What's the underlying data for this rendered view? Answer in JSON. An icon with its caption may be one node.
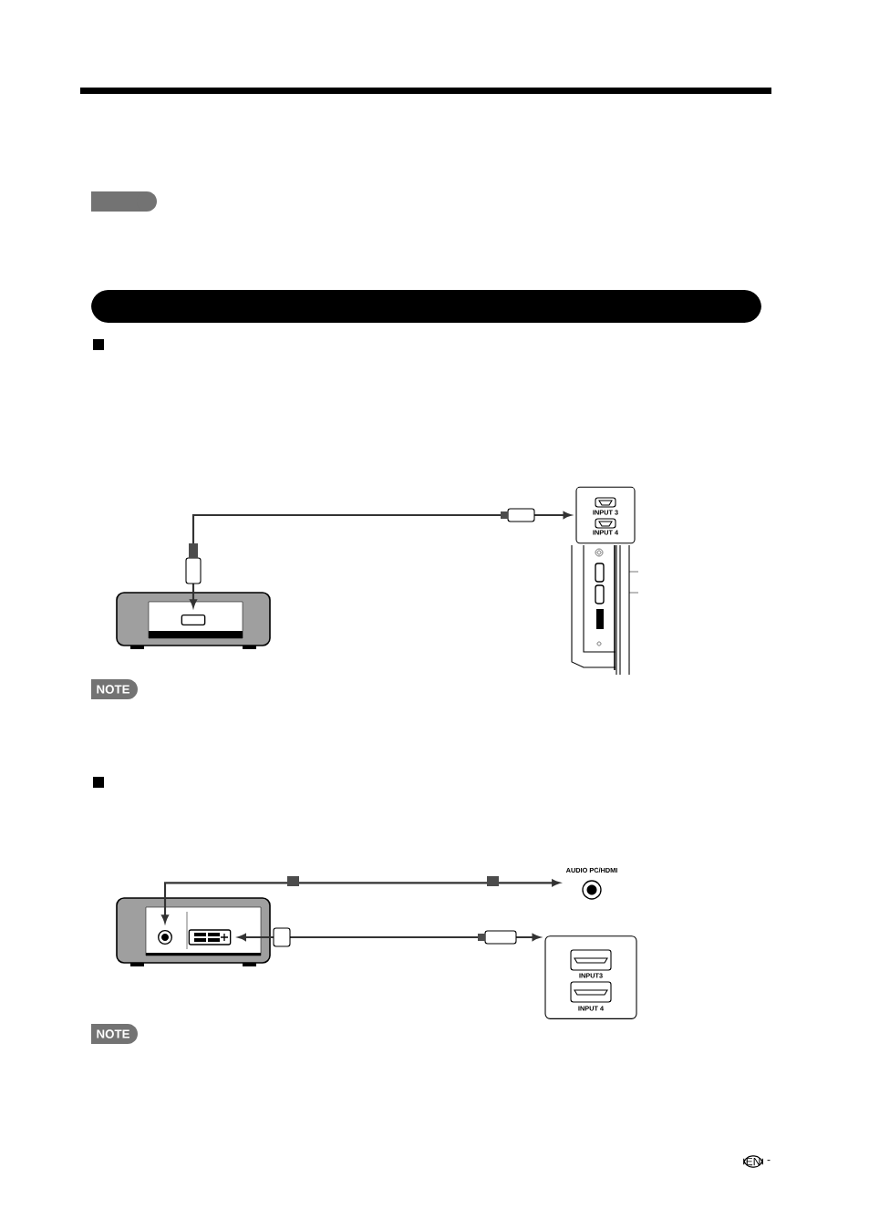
{
  "diagram": {
    "nodes": [
      {
        "text": [
          "INPUT 3",
          "INPUT 4"
        ]
      },
      {
        "text": [],
        "shape": "box"
      },
      {
        "text": [],
        "shape": "circle"
      },
      {
        "text": [],
        "shape": "box"
      },
      {
        "text": [
          "AUDIO PC/HDMI"
        ]
      },
      {
        "text": [
          "INPUT3",
          "INPUT 4"
        ]
      }
    ],
    "edges": [
      {
        "from": 1,
        "to": 0,
        "arrow": "both"
      },
      {
        "from": 2,
        "to": 4,
        "arrow": "both"
      },
      {
        "from": 3,
        "to": 5,
        "arrow": "both"
      }
    ],
    "labels": [
      "NOTE",
      "NOTE",
      "EN",
      "-"
    ]
  }
}
